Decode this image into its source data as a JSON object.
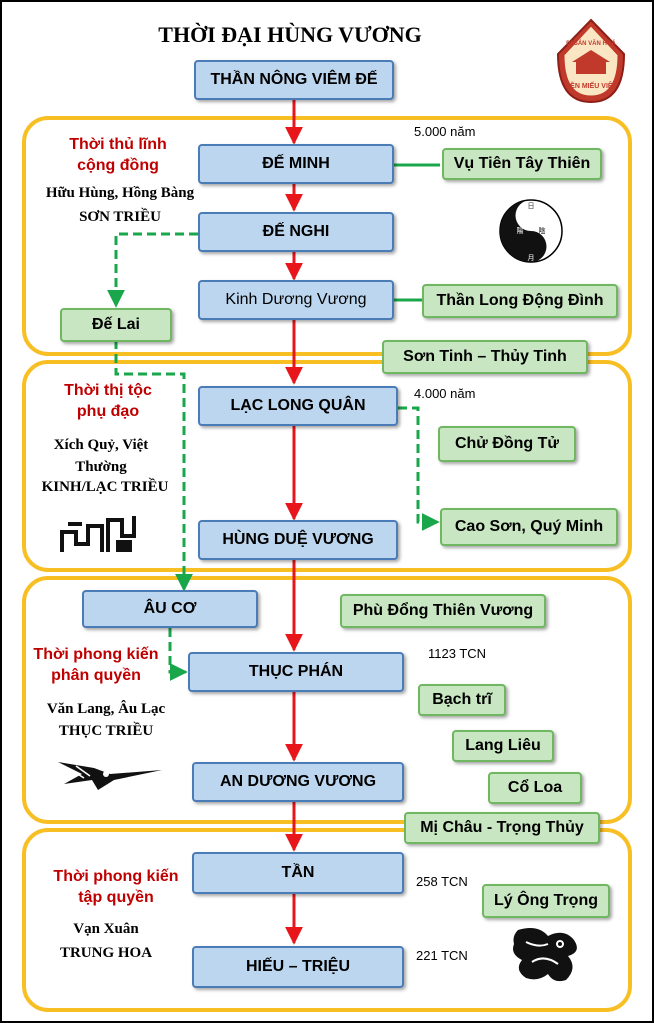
{
  "title": "THỜI ĐẠI HÙNG VƯƠNG",
  "logo": {
    "top_text": "DI SẢN VĂN HOÁ",
    "bottom_text": "ĐỀN MIẾU VIỆT"
  },
  "top_node": "THẦN NÔNG VIÊM ĐẾ",
  "eras": [
    {
      "label": "Thời thủ lĩnh cộng đồng",
      "lines": [
        "Hữu Hùng, Hồng Bàng",
        "SƠN TRIỀU"
      ],
      "year": "5.000 năm"
    },
    {
      "label": "Thời thị tộc phụ đạo",
      "lines": [
        "Xích Quỷ, Việt Thường",
        "KINH/LẠC TRIỀU"
      ],
      "year": "4.000  năm"
    },
    {
      "label": "Thời phong kiến phân quyền",
      "lines": [
        "Văn Lang, Âu Lạc",
        "THỤC TRIỀU"
      ],
      "year": "1123 TCN"
    },
    {
      "label": "Thời phong kiến tập quyền",
      "lines": [
        "Vạn Xuân",
        "TRUNG HOA"
      ],
      "year": "258 TCN",
      "year2": "221 TCN"
    }
  ],
  "main_nodes": [
    "ĐẾ MINH",
    "ĐẾ NGHI",
    "Kinh Dương Vương",
    "LẠC LONG QUÂN",
    "HÙNG DUỆ VƯƠNG",
    "THỤC PHÁN",
    "AN DƯƠNG VƯƠNG",
    "TẦN",
    "HIẾU – TRIỆU"
  ],
  "side_blue": [
    "ÂU CƠ"
  ],
  "side_green": [
    "Vụ Tiên Tây Thiên",
    "Thần Long Động Đình",
    "Đế Lai",
    "Sơn Tinh – Thủy Tinh",
    "Chử Đồng Tử",
    "Cao Sơn, Quý Minh",
    "Phù Đổng Thiên Vương",
    "Bạch trĩ",
    "Lang Liêu",
    "Cổ Loa",
    "Mị Châu - Trọng Thủy",
    "Lý Ông Trọng"
  ],
  "yin_yang_chars": [
    "日",
    "月",
    "陽",
    "陰"
  ],
  "colors": {
    "panel_border": "#f8bf25",
    "main_box": "#bcd6ef",
    "side_box": "#c7e6c1",
    "arrow_red": "#e8161b",
    "connector_green": "#1aa64a",
    "era_text": "#c00000"
  }
}
